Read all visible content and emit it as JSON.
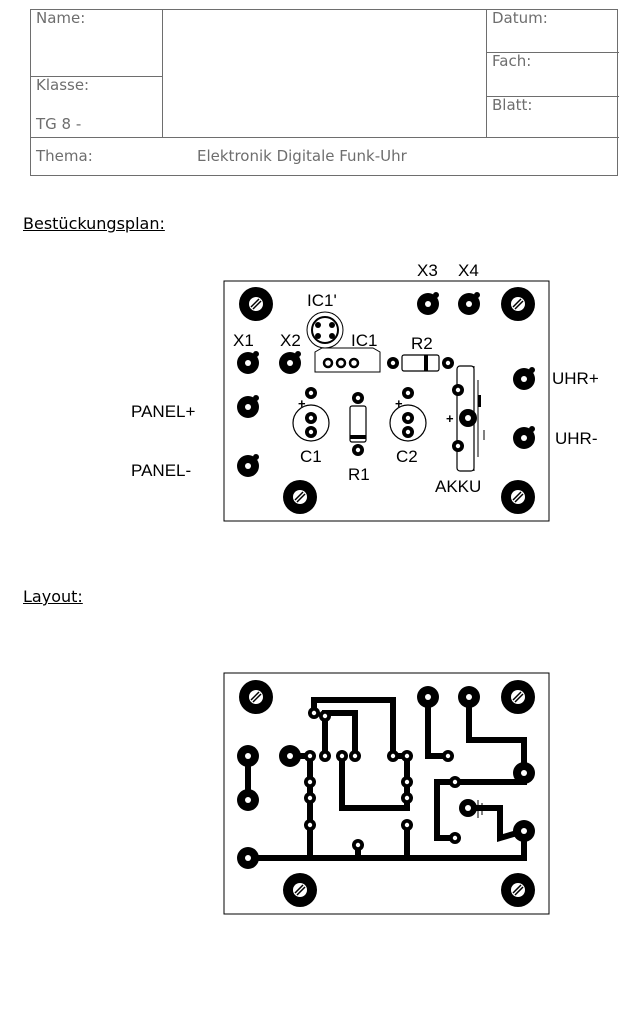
{
  "header": {
    "name_label": "Name:",
    "klasse_label": "Klasse:",
    "klasse_value": "TG 8 -",
    "datum_label": "Datum:",
    "fach_label": "Fach:",
    "blatt_label": "Blatt:",
    "thema_label": "Thema:",
    "thema_value": "Elektronik Digitale Funk-Uhr"
  },
  "sections": {
    "bestueckungsplan": "Bestückungsplan:",
    "layout": "Layout:"
  },
  "placement": {
    "labels": {
      "ic1p": "IC1'",
      "x1": "X1",
      "x2": "X2",
      "ic1": "IC1",
      "r2": "R2",
      "x3": "X3",
      "x4": "X4",
      "panel_plus": "PANEL+",
      "panel_minus": "PANEL-",
      "c1": "C1",
      "r1": "R1",
      "c2": "C2",
      "akku": "AKKU",
      "uhr_plus": "UHR+",
      "uhr_minus": "UHR-",
      "plus1": "+",
      "plus2": "+",
      "plus3": "+"
    }
  }
}
